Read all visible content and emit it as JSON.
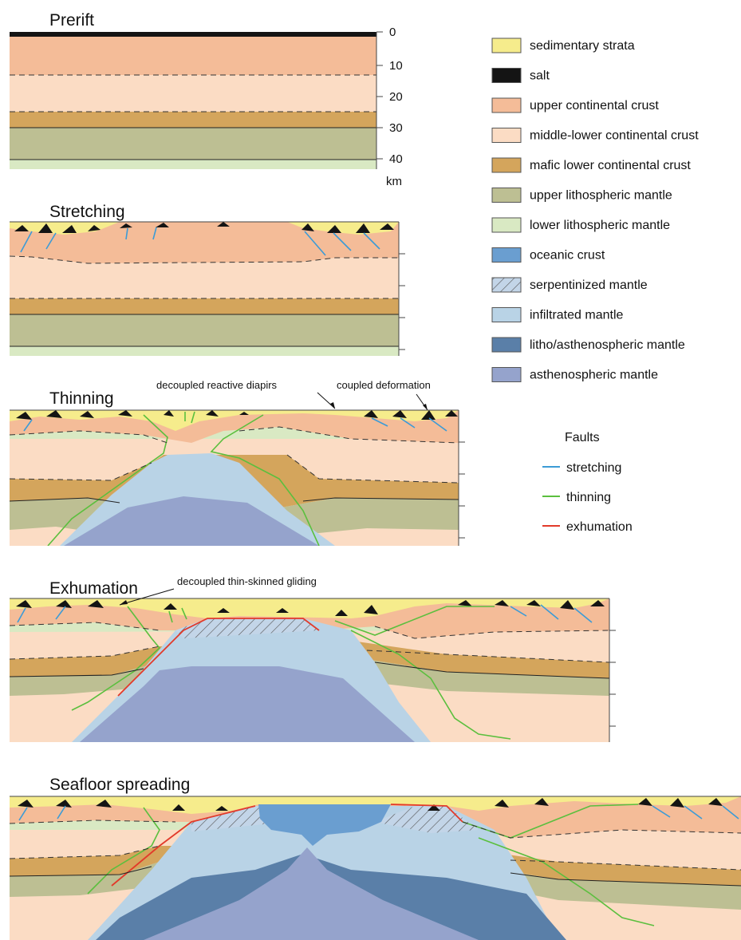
{
  "panels": {
    "prerift": {
      "title": "Prerift",
      "scale_ticks": [
        "0",
        "10",
        "20",
        "30",
        "40"
      ],
      "scale_unit": "km"
    },
    "stretching": {
      "title": "Stretching"
    },
    "thinning": {
      "title": "Thinning",
      "annotations": [
        "decoupled reactive diapirs",
        "coupled deformation"
      ]
    },
    "exhumation": {
      "title": "Exhumation",
      "annotations": [
        "decoupled thin-skinned gliding"
      ]
    },
    "seafloor": {
      "title": "Seafloor spreading"
    }
  },
  "legend": {
    "units": [
      {
        "label": "sedimentary strata",
        "color": "#f6ec8c"
      },
      {
        "label": "salt",
        "color": "#141414"
      },
      {
        "label": "upper continental crust",
        "color": "#f4bc98"
      },
      {
        "label": "middle-lower continental crust",
        "color": "#fbdcc4"
      },
      {
        "label": "mafic lower continental crust",
        "color": "#d4a55c"
      },
      {
        "label": "upper lithospheric mantle",
        "color": "#bdbf93"
      },
      {
        "label": "lower lithospheric mantle",
        "color": "#d9e9c3"
      },
      {
        "label": "oceanic crust",
        "color": "#6a9ed0"
      },
      {
        "label": "serpentinized mantle",
        "color": "#c3d5e8",
        "pattern": "hatched"
      },
      {
        "label": "infiltrated mantle",
        "color": "#b9d3e6"
      },
      {
        "label": "litho/asthenospheric mantle",
        "color": "#5a7fa8"
      },
      {
        "label": "asthenospheric mantle",
        "color": "#95a3cc"
      }
    ],
    "faults_title": "Faults",
    "faults": [
      {
        "label": "stretching",
        "color": "#3c9bd6"
      },
      {
        "label": "thinning",
        "color": "#5bbf3e"
      },
      {
        "label": "exhumation",
        "color": "#e23a2a"
      }
    ]
  }
}
